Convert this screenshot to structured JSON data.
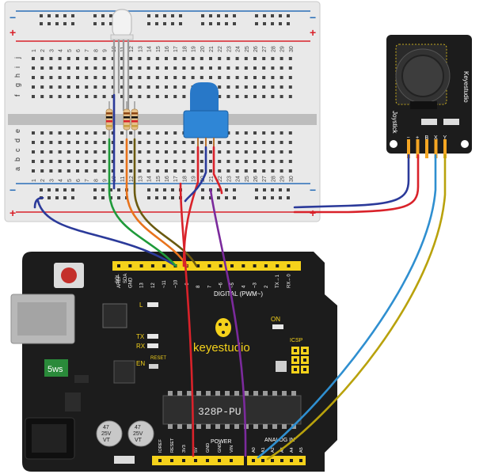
{
  "breadboard": {
    "plus_sign": "+",
    "minus_sign": "−",
    "row_letters_top": [
      "j",
      "i",
      "h",
      "g",
      "f"
    ],
    "row_letters_bottom": [
      "e",
      "d",
      "c",
      "b",
      "a"
    ],
    "column_numbers": [
      "1",
      "2",
      "3",
      "4",
      "5",
      "6",
      "7",
      "8",
      "9",
      "10",
      "11",
      "12",
      "13",
      "14",
      "15",
      "16",
      "17",
      "18",
      "19",
      "20",
      "21",
      "22",
      "23",
      "24",
      "25",
      "26",
      "27",
      "28",
      "29",
      "30"
    ]
  },
  "joystick_module": {
    "brand": "Keyestudio",
    "name": "Joystick",
    "pin_labels": [
      "−",
      "+",
      "B",
      "X",
      "Y"
    ]
  },
  "arduino": {
    "brand": "keyestudio",
    "chip": "328P-PU",
    "digital_label": "DIGITAL (PWM~)",
    "digital_pins": [
      "AREF",
      "GND",
      "13",
      "12",
      "~11",
      "~10",
      "~9",
      "8",
      "7",
      "~6",
      "~5",
      "4",
      "~3",
      "2",
      "TX→1",
      "RX←0"
    ],
    "left_header": [
      "SCL",
      "SDA"
    ],
    "power_label": "POWER",
    "power_pins": [
      "IOREF",
      "RESET",
      "3V3",
      "5V",
      "GND",
      "GND",
      "VIN"
    ],
    "analog_label": "ANALOG IN",
    "analog_pins": [
      "A0",
      "A1",
      "A2",
      "A3",
      "A4",
      "A5"
    ],
    "led_l": "L",
    "led_tx": "TX",
    "led_rx": "RX",
    "led_on": "ON",
    "icsp": "ICSP",
    "en": "EN",
    "reset": "RESET",
    "cap_text": [
      "47",
      "25V",
      "VT"
    ],
    "regulator": "5ws"
  },
  "colors": {
    "board_black": "#1c1c1c",
    "header_yellow": "#f5d21b",
    "breadboard": "#e9e9e9",
    "rail_red": "#d9222a",
    "rail_blue": "#2a6fb8",
    "wire_blue": "#2b3a9a",
    "wire_red": "#d9222a",
    "wire_green": "#1f9a3a",
    "wire_orange": "#e8731c",
    "wire_olive": "#6b5a10",
    "wire_purple": "#7b2a9c",
    "wire_lightblue": "#2f8fd0",
    "wire_yellow": "#b9a20c",
    "buzzer_blue": "#2878c8"
  }
}
